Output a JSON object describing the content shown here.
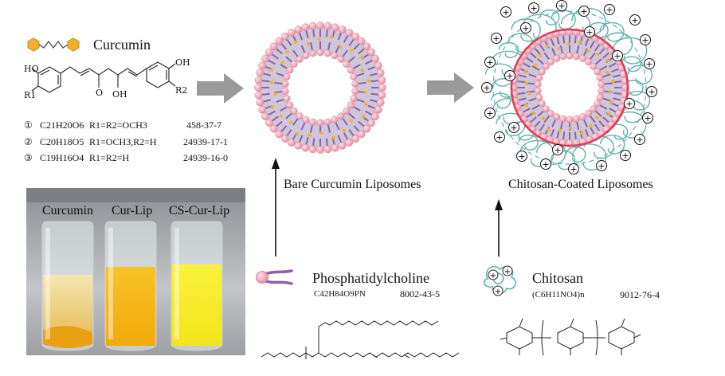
{
  "curcumin": {
    "title": "Curcumin",
    "variants": [
      {
        "num": "①",
        "formula": "C21H20O6",
        "subst": "R1=R2=OCH3",
        "cas": "458-37-7"
      },
      {
        "num": "②",
        "formula": "C20H18O5",
        "subst": "R1=OCH3,R2=H",
        "cas": "24939-17-1"
      },
      {
        "num": "③",
        "formula": "C19H16O4",
        "subst": "R1=R2=H",
        "cas": "24939-16-0"
      }
    ],
    "labels": {
      "ho": "HO",
      "oh": "OH",
      "r1": "R1",
      "r2": "R2",
      "o": "O"
    }
  },
  "photo": {
    "labels": [
      "Curcumin",
      "Cur-Lip",
      "CS-Cur-Lip"
    ]
  },
  "liposomes": {
    "bare_label": "Bare Curcumin Liposomes",
    "coated_label": "Chitosan-Coated Liposomes"
  },
  "phosphatidylcholine": {
    "name": "Phosphatidylcholine",
    "formula": "C42H84O9PN",
    "cas": "8002-43-5"
  },
  "chitosan": {
    "name": "Chitosan",
    "formula": "(C6H11NO4)n",
    "cas": "9012-76-4"
  },
  "colors": {
    "curcumin_orange": "#f0b030",
    "lipid_head": "#f4a6b8",
    "lipid_tail": "#8a63a8",
    "chitosan": "#5fb3ad",
    "arrow_gray": "#9a9a9a"
  }
}
